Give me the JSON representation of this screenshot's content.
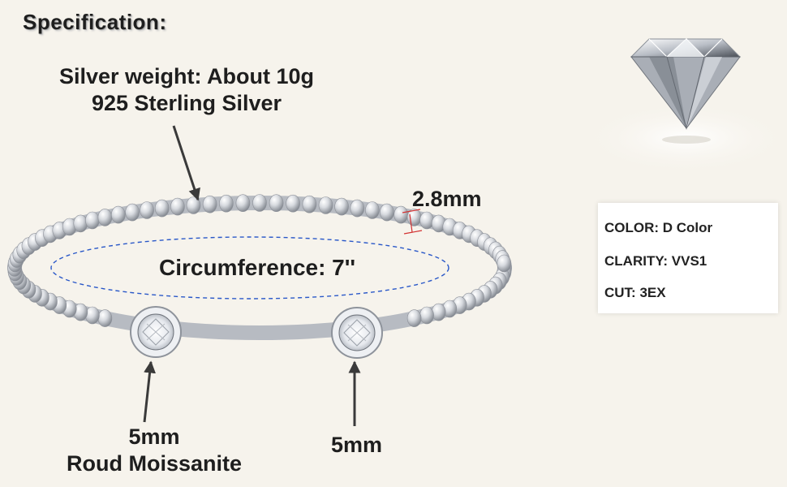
{
  "title": "Specification:",
  "weight": {
    "line1": "Silver weight: About 10g",
    "line2": "925 Sterling Silver"
  },
  "circumference_label": "Circumference: 7''",
  "band_width_label": "2.8mm",
  "left_stone": {
    "line1": "5mm",
    "line2": "Roud Moissanite"
  },
  "right_stone_label": "5mm",
  "specs": {
    "color": "COLOR: D Color",
    "clarity": "CLARITY: VVS1",
    "cut": "CUT: 3EX"
  },
  "colors": {
    "background": "#f6f3ec",
    "silver": "#c9ccd1",
    "circumference_dash": "#2a58c8",
    "width_marker": "#d23030",
    "arrow": "#3a3a3a"
  },
  "icons": [
    "diamond-image",
    "bracelet-image",
    "arrow-icon"
  ]
}
